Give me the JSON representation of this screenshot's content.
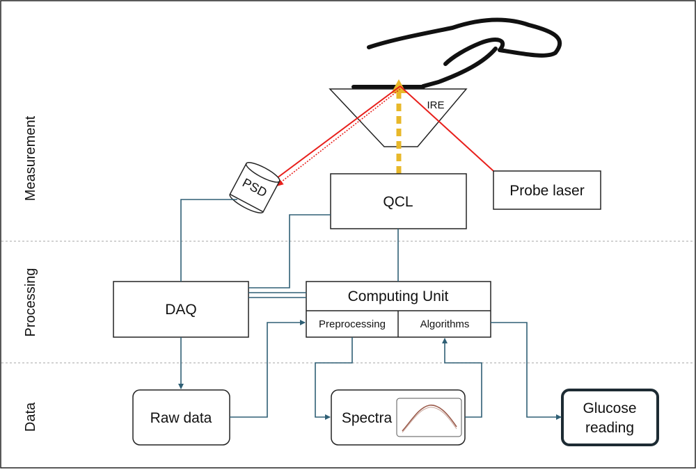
{
  "sections": {
    "measurement": "Measurement",
    "processing": "Processing",
    "data": "Data"
  },
  "components": {
    "ire": "IRE",
    "psd": "PSD",
    "qcl": "QCL",
    "probe_laser": "Probe laser",
    "daq": "DAQ",
    "computing_unit": "Computing Unit",
    "preprocessing": "Preprocessing",
    "algorithms": "Algorithms",
    "raw_data": "Raw data",
    "spectra": "Spectra",
    "glucose_reading_line1": "Glucose",
    "glucose_reading_line2": "reading"
  },
  "colors": {
    "wire": "#2f5f75",
    "laser": "#e8201c",
    "qcl_beam": "#e8b82a",
    "spectrum_curve": "#9a5a4a",
    "divider": "#b8b8b8"
  },
  "icons": {
    "hand": "finger-hand-icon",
    "spectrum_thumb": "spectrum-plot-icon"
  }
}
